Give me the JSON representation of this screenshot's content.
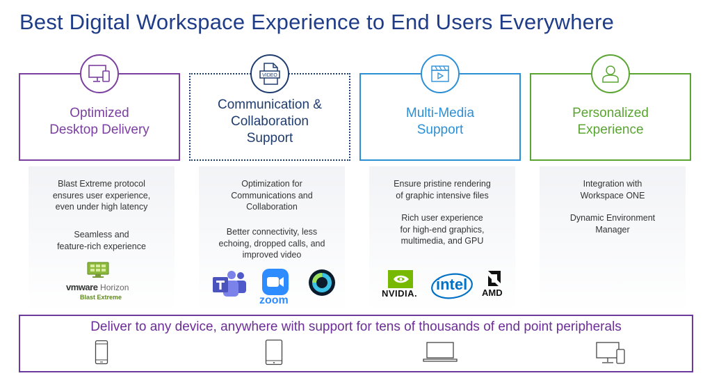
{
  "title": "Best Digital Workspace Experience to End Users Everywhere",
  "colors": {
    "title": "#1f3c88",
    "purple": "#7b3fa0",
    "navy": "#1f3c6e",
    "blue": "#2c8fd6",
    "green": "#5aa532"
  },
  "pillars": [
    {
      "title": "Optimized\nDesktop Delivery",
      "icon": "desktop-monitor-icon",
      "description": [
        "Blast Extreme protocol\nensures user experience,\neven under high latency",
        "Seamless and\nfeature-rich experience"
      ]
    },
    {
      "title": "Communication &\nCollaboration\nSupport",
      "icon": "video-file-icon",
      "icon_label": "VIDEO",
      "description": [
        "Optimization for\nCommunications and\nCollaboration",
        "Better connectivity, less\nechoing, dropped calls, and\nimproved video"
      ]
    },
    {
      "title": "Multi-Media\nSupport",
      "icon": "video-player-icon",
      "description": [
        "Ensure pristine rendering\nof graphic intensive files",
        "Rich user experience\nfor high-end graphics,\nmultimedia, and GPU"
      ]
    },
    {
      "title": "Personalized\nExperience",
      "icon": "user-profile-icon",
      "description": [
        "Integration with\nWorkspace ONE",
        "Dynamic Environment\nManager"
      ]
    }
  ],
  "logos": {
    "vmware_brand": "vmware",
    "vmware_product": "Horizon",
    "vmware_sub": "Blast Extreme",
    "zoom": "zoom",
    "nvidia": "NVIDIA.",
    "intel": "intel",
    "amd": "AMD"
  },
  "bottom": {
    "text": "Deliver to any device, anywhere with support for tens of thousands of end point peripherals",
    "devices": [
      "smartphone-icon",
      "tablet-icon",
      "laptop-icon",
      "desktop-with-phone-icon"
    ]
  }
}
